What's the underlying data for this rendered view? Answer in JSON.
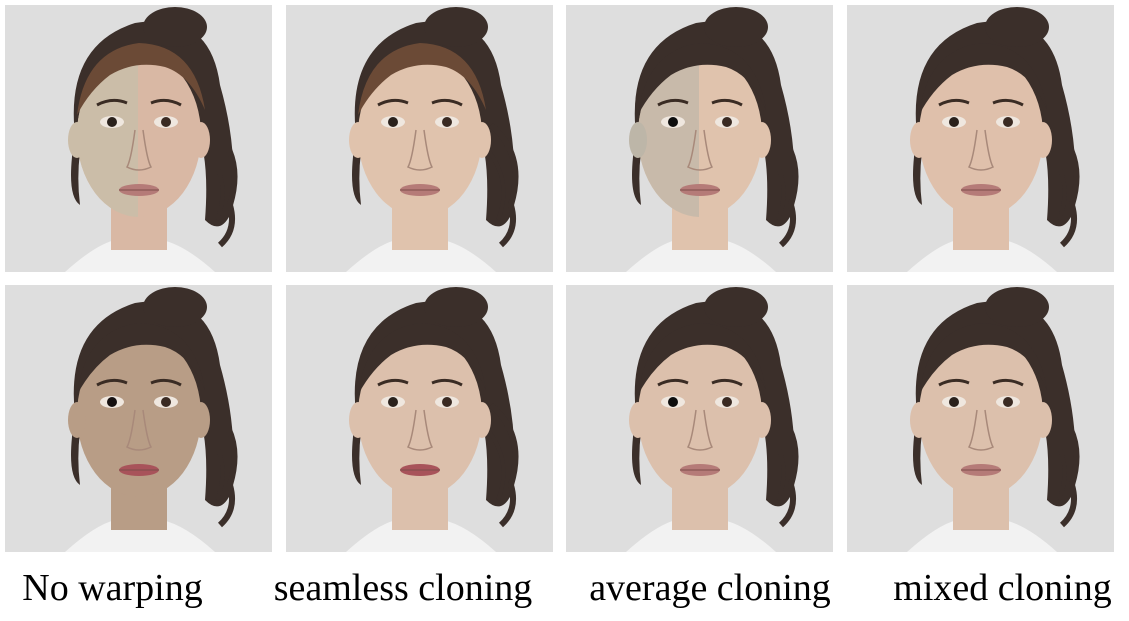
{
  "captions": [
    "No warping",
    "seamless cloning",
    "average cloning",
    "mixed cloning"
  ],
  "grid": {
    "rows": 2,
    "columns": 4
  },
  "colors": {
    "background": "#ffffff",
    "photo_backdrop": "#dedede",
    "hair": "#3b2f2a",
    "hair_top_left": "#6b4a36",
    "skin_left_no_warp": "#cbbda8",
    "skin_right_no_warp": "#d9b8a4",
    "skin_seamless": "#e0c3ad",
    "skin_average_left": "#bdb6a8",
    "skin_mixed": "#dfc0ab",
    "skin_bottom_no_warp": "#b89d86",
    "skin_bottom": "#dcc0ac",
    "lips": "#b57b78",
    "lips_red": "#a8535a",
    "shirt": "#f2f2f2"
  }
}
